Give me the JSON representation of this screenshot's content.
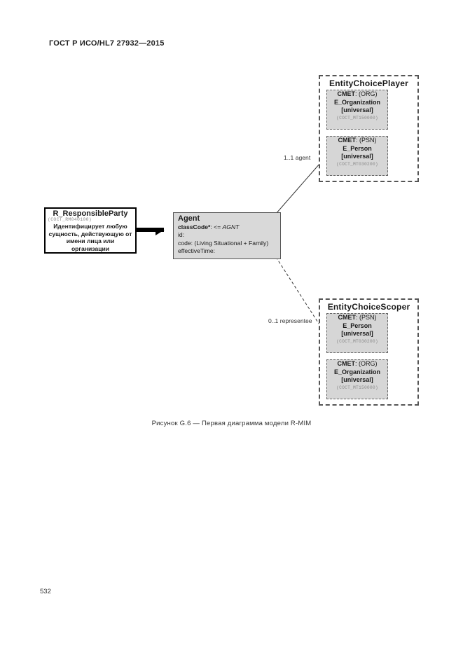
{
  "page": {
    "header": "ГОСТ Р ИСО/HL7 27932—2015",
    "caption": "Рисунок G.6 — Первая диаграмма модели R-MIM",
    "page_number": "532"
  },
  "diagram": {
    "responsible_party": {
      "title": "R_ResponsibleParty",
      "code": "(COCT_RM040100)",
      "description": "Идентифицирует любую сущность, действующую от имени лица или организации"
    },
    "agent": {
      "title": "Agent",
      "classcode": {
        "name": "classCode*",
        "rel": ": <= ",
        "value": "AGNT"
      },
      "lines": [
        "id:",
        "code: (Living Situational + Family)",
        "effectiveTime:"
      ]
    },
    "player": {
      "title": "EntityChoicePlayer",
      "cmets": [
        {
          "label": "CMET",
          "type": ": (ORG)",
          "name": "E_Organization",
          "universal": "[universal]",
          "code": "(COCT_MT150000)"
        },
        {
          "label": "CMET",
          "type": ": (PSN)",
          "name": "E_Person",
          "universal": "[universal]",
          "code": "(COCT_MT030200)"
        }
      ]
    },
    "scoper": {
      "title": "EntityChoiceScoper",
      "cmets": [
        {
          "label": "CMET",
          "type": ": (PSN)",
          "name": "E_Person",
          "universal": "[universal]",
          "code": "(COCT_MT030200)"
        },
        {
          "label": "CMET",
          "type": ": (ORG)",
          "name": "E_Organization",
          "universal": "[universal]",
          "code": "(COCT_MT150000)"
        }
      ]
    },
    "edges": {
      "agent_label": "1..1 agent",
      "representee_label": "0..1 representee"
    }
  }
}
